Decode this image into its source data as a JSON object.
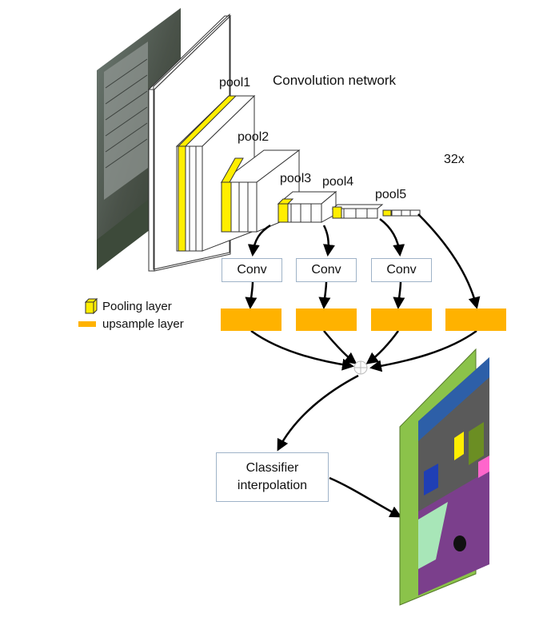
{
  "title": "Convolution network",
  "scale_label": "32x",
  "pool_labels": [
    "pool1",
    "pool2",
    "pool3",
    "pool4",
    "pool5"
  ],
  "conv_label": "Conv",
  "classifier": {
    "line1": "Classifier",
    "line2": "interpolation"
  },
  "legend": {
    "pooling": "Pooling layer",
    "upsample": "upsample layer"
  },
  "colors": {
    "pooling": "#ffee00",
    "upsample": "#ffb200",
    "output_frame": "#8bc34a",
    "segment_road": "#7b3f8c"
  }
}
